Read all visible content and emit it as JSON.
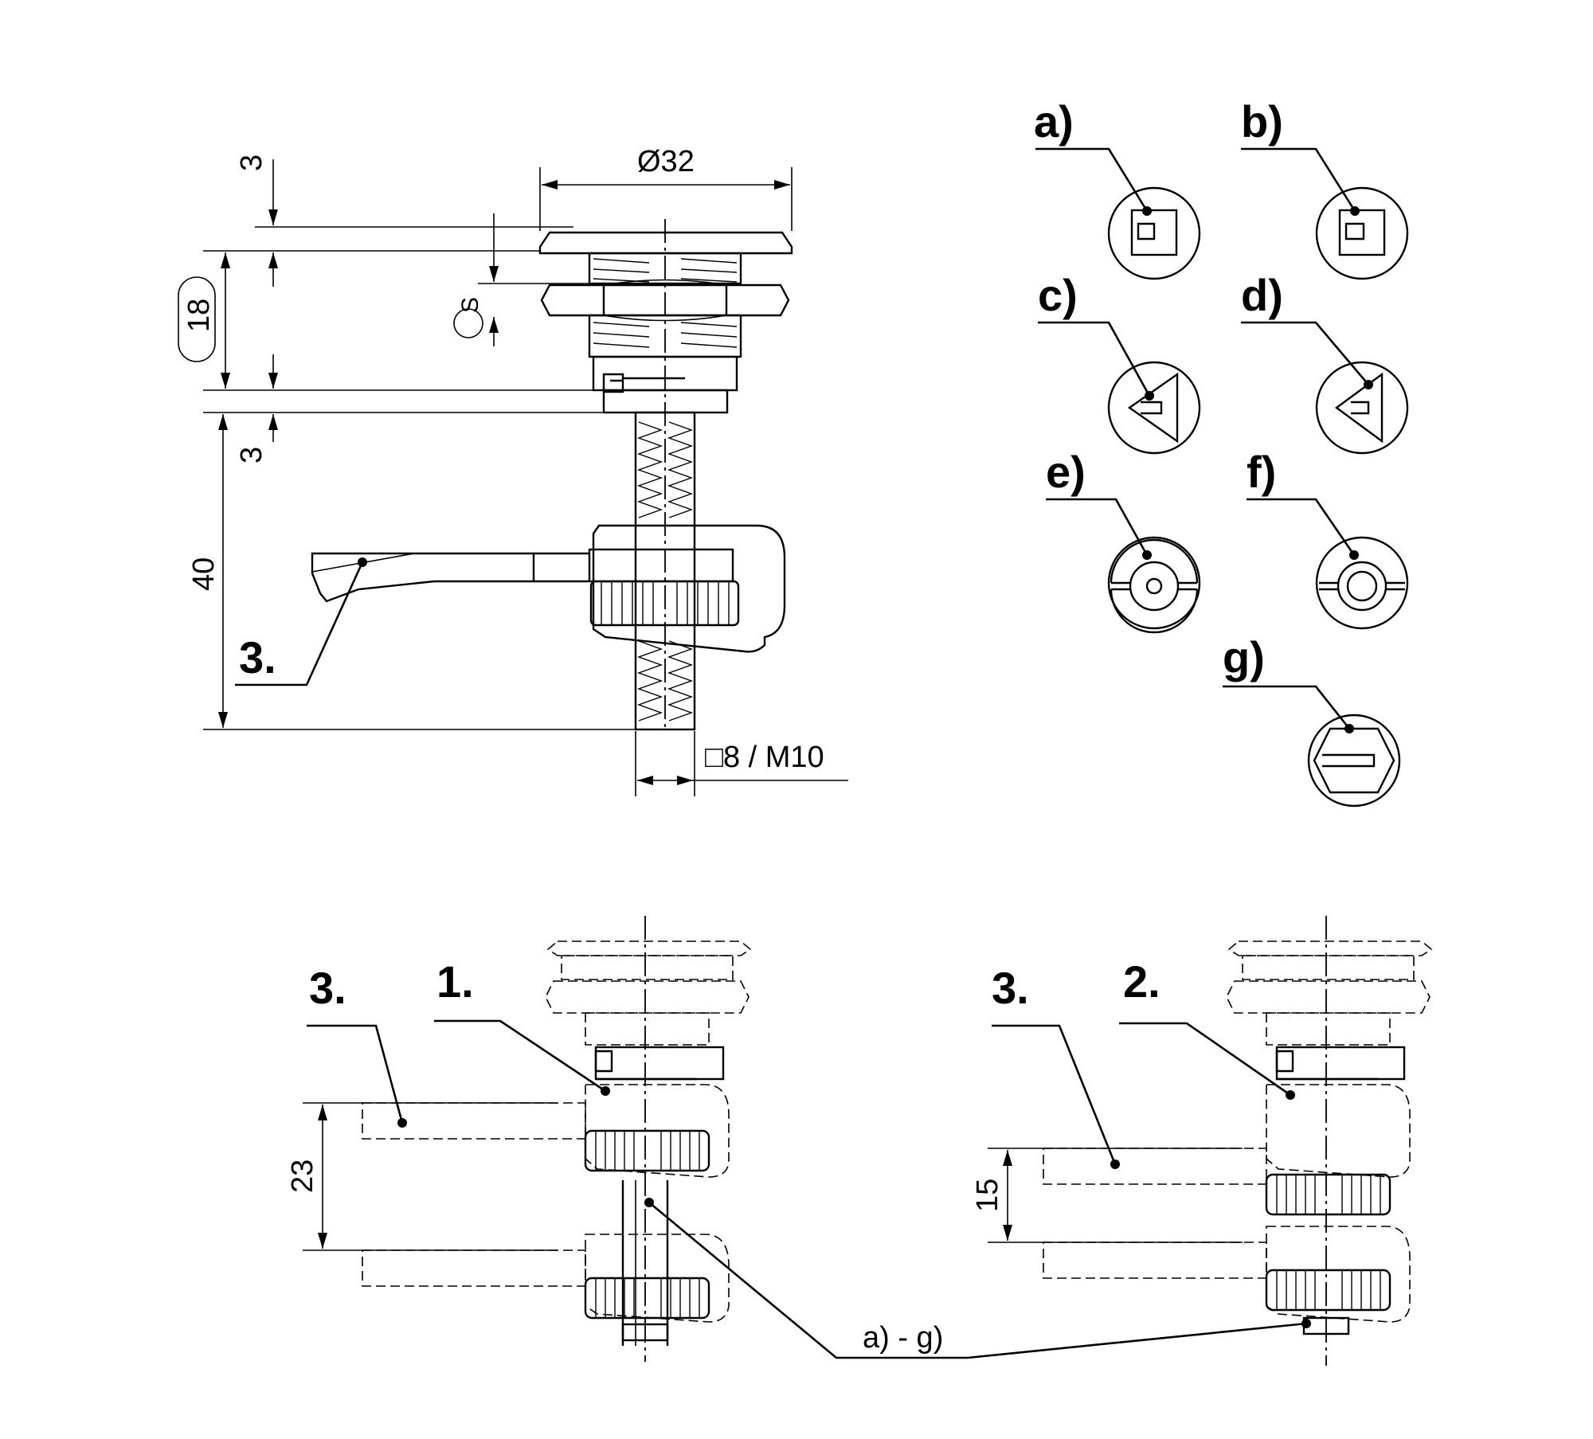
{
  "dimensions": {
    "diameter_head": "Ø32",
    "head_height": "3",
    "body_length": "18",
    "spacer": "3",
    "shaft_length": "40",
    "nut_symbol": "S",
    "shaft_profile": "□8 / M10",
    "setting_step_1": "23",
    "setting_step_2": "15"
  },
  "callouts": {
    "cam": "3.",
    "cam_bottom_left": "3.",
    "cam_bottom_right": "3.",
    "version_1": "1.",
    "version_2": "2.",
    "insert_range": "a) - g)"
  },
  "key_inserts": [
    {
      "id": "a",
      "label": "a)",
      "shape": "square-slot"
    },
    {
      "id": "b",
      "label": "b)",
      "shape": "square-slot"
    },
    {
      "id": "c",
      "label": "c)",
      "shape": "triangle-slot"
    },
    {
      "id": "d",
      "label": "d)",
      "shape": "triangle-slot"
    },
    {
      "id": "e",
      "label": "e)",
      "shape": "double-d-small-hole"
    },
    {
      "id": "f",
      "label": "f)",
      "shape": "double-d-large-hole"
    },
    {
      "id": "g",
      "label": "g)",
      "shape": "hexagon-slot"
    }
  ]
}
